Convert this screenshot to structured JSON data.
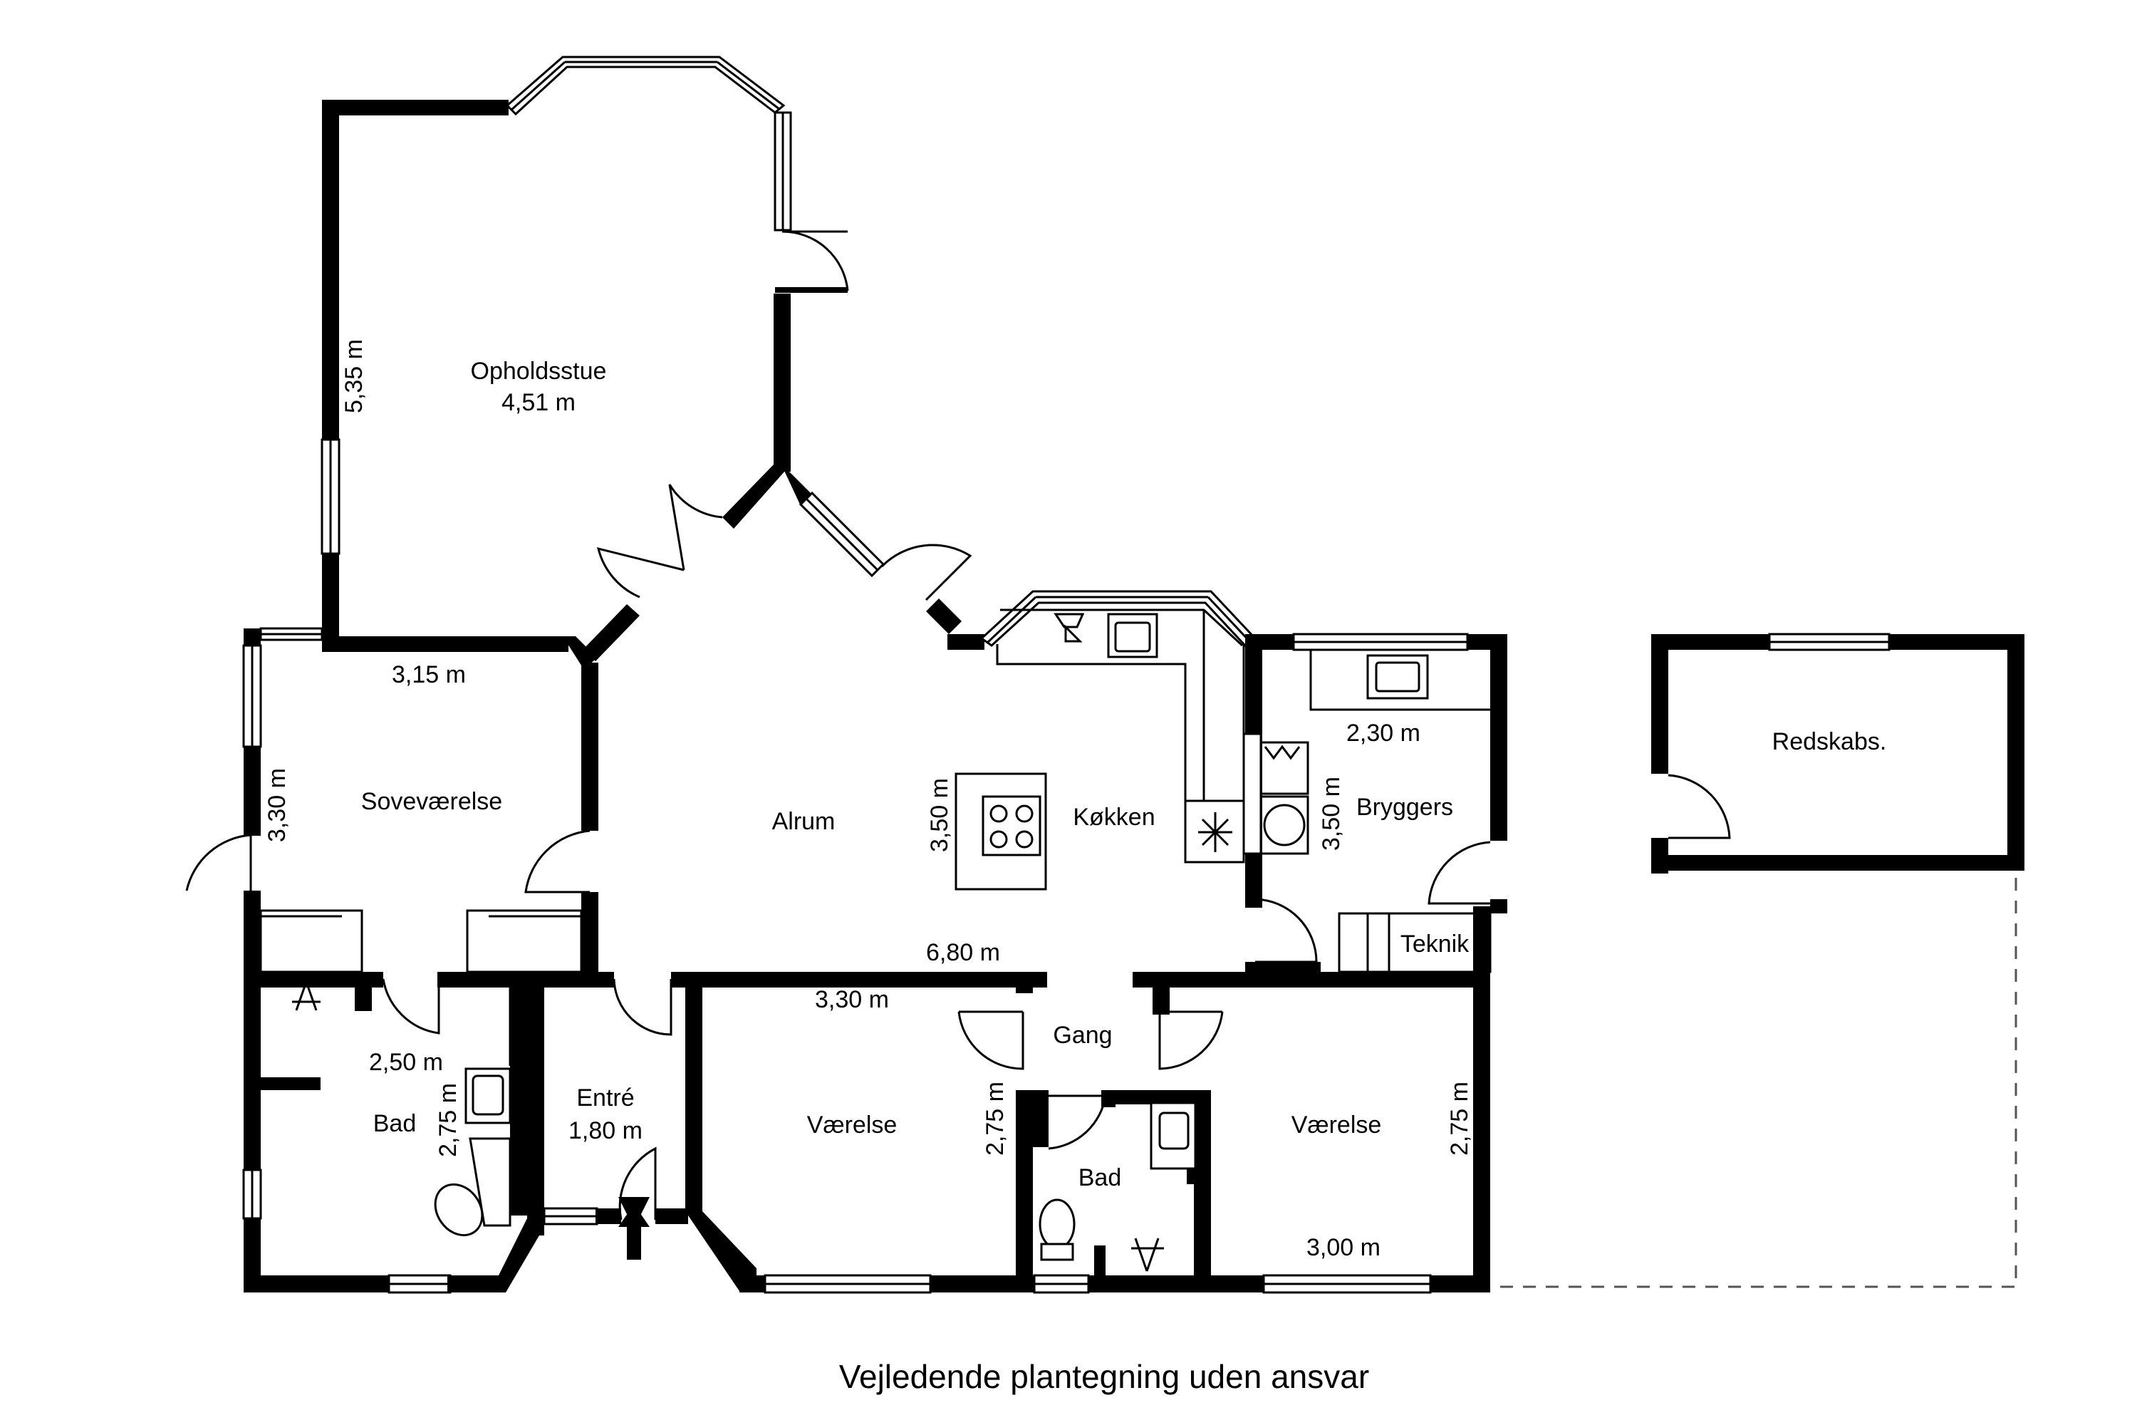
{
  "plan": {
    "caption": "Vejledende plantegning uden ansvar",
    "rooms": {
      "opholdsstue": {
        "name": "Opholdsstue",
        "dim": "4,51 m",
        "side": "5,35 m"
      },
      "sovevaerelse": {
        "name": "Soveværelse",
        "dim_top": "3,15 m",
        "dim_side": "3,30 m"
      },
      "alrum": {
        "name": "Alrum"
      },
      "koekken": {
        "name": "Køkken",
        "dim_side": "3,50 m"
      },
      "bryggers": {
        "name": "Bryggers",
        "dim_top": "2,30 m",
        "dim_side": "3,50 m"
      },
      "teknik": {
        "name": "Teknik"
      },
      "redskabs": {
        "name": "Redskabs."
      },
      "bad1": {
        "name": "Bad",
        "dim_top": "2,50 m",
        "dim_side": "2,75 m"
      },
      "entre": {
        "name": "Entré",
        "dim": "1,80 m"
      },
      "vaerelse1": {
        "name": "Værelse",
        "dim_top": "3,30 m",
        "dim_side": "2,75 m"
      },
      "gang": {
        "name": "Gang"
      },
      "bad2": {
        "name": "Bad"
      },
      "vaerelse2": {
        "name": "Værelse",
        "dim_bottom": "3,00 m",
        "dim_side": "2,75 m"
      },
      "overall": {
        "dim": "6,80 m"
      }
    }
  }
}
